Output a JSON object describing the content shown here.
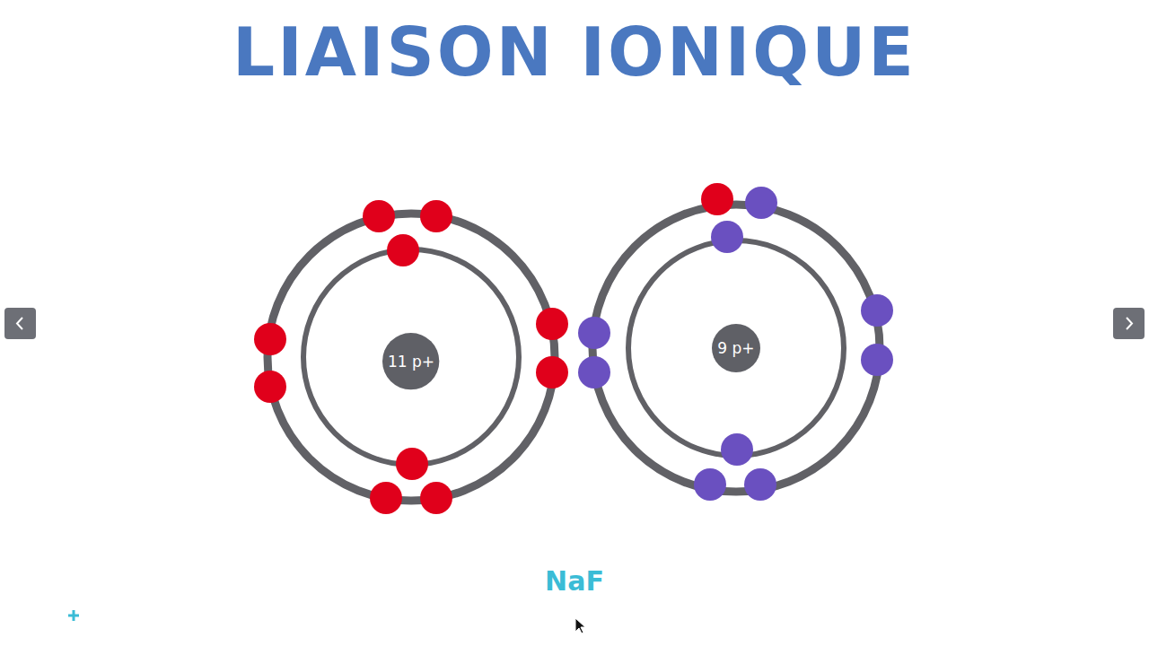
{
  "diagram": {
    "title": "LIAISON IONIQUE",
    "caption": "NaF",
    "nodes": [
      {
        "text": [
          "11 p+"
        ]
      },
      {
        "text": [
          "9 p+"
        ]
      }
    ]
  }
}
